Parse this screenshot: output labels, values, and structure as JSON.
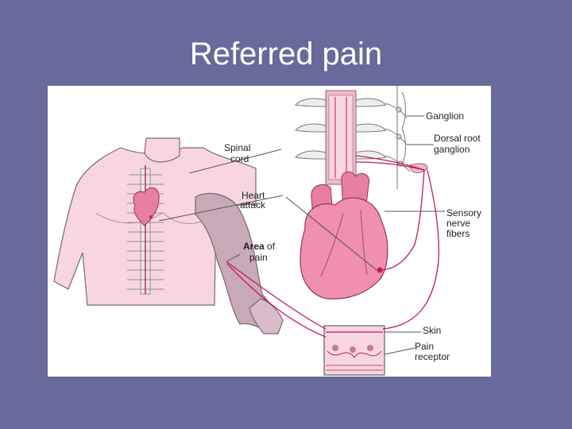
{
  "slide": {
    "title": "Referred pain"
  },
  "diagram": {
    "labels": {
      "ganglion": "Ganglion",
      "dorsal_root_1": "Dorsal root",
      "dorsal_root_2": "ganglion",
      "spinal_1": "Spinal",
      "spinal_2": "cord",
      "heart_1": "Heart",
      "heart_2": "attack",
      "area_bold": "Area",
      "area_rest": " of",
      "area_2": "pain",
      "sensory_1": "Sensory",
      "sensory_2": "nerve",
      "sensory_3": "fibers",
      "skin": "Skin",
      "pain_1": "Pain",
      "pain_2": "receptor"
    },
    "colors": {
      "background": "#676a9b",
      "body_fill": "#f7d6e0",
      "arm_fill": "#c7a9b8",
      "heart_fill": "#e87ea1",
      "nerve": "#c8185e"
    }
  }
}
